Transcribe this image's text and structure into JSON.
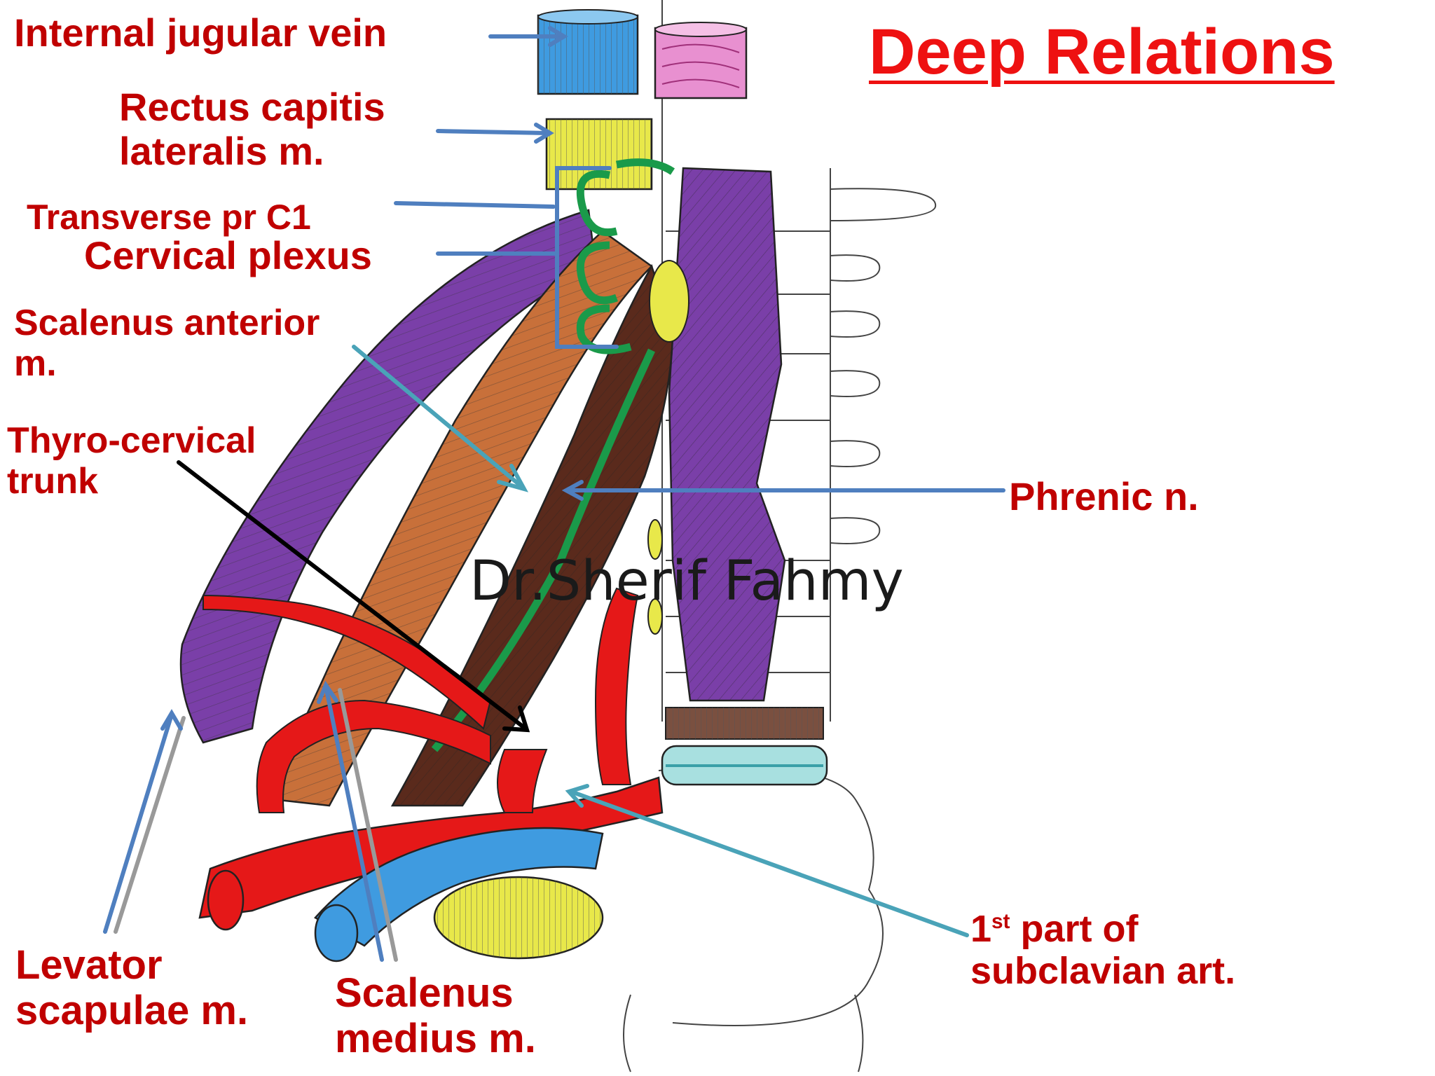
{
  "title": "Deep Relations",
  "watermark": "Dr.Sherif Fahmy",
  "labels": {
    "internal_jugular_vein": "Internal jugular vein",
    "rectus_capitis_l1": "Rectus capitis",
    "rectus_capitis_l2": "lateralis m.",
    "transverse_pr_c1": "Transverse pr C1",
    "cervical_plexus": "Cervical plexus",
    "scalenus_anterior_l1": "Scalenus anterior",
    "scalenus_anterior_l2": "m.",
    "thyrocervical_l1": "Thyro-cervical",
    "thyrocervical_l2": "trunk",
    "phrenic": "Phrenic n.",
    "subclavian_num": "1",
    "subclavian_sup": "st",
    "subclavian_l1_rest": " part of",
    "subclavian_l2": "subclavian art.",
    "levator_l1": "Levator",
    "levator_l2": "scapulae m.",
    "scalenus_medius_l1": "Scalenus",
    "scalenus_medius_l2": "medius m."
  },
  "colors": {
    "label_text": "#c00000",
    "title_text": "#ee1111",
    "pointer_blue": "#4f7fbf",
    "pointer_teal": "#4aa3b8",
    "pointer_black": "#000000",
    "artery_red": "#e51818",
    "vein_blue": "#3f9be0",
    "muscle_purple": "#7a3fa8",
    "muscle_brown": "#b0552f",
    "nerve_green": "#1a9a4a",
    "yellow": "#e8e84a",
    "pink": "#e890d0"
  },
  "icons": [
    "arrow-head-icon"
  ]
}
